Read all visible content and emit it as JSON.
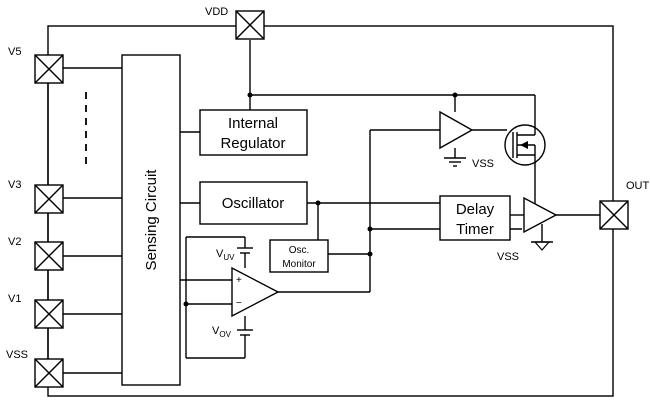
{
  "pins": {
    "vdd": "VDD",
    "v5": "V5",
    "v3": "V3",
    "v2": "V2",
    "v1": "V1",
    "vss": "VSS",
    "out": "OUT"
  },
  "blocks": {
    "sensing": "Sensing Circuit",
    "regulator_line1": "Internal",
    "regulator_line2": "Regulator",
    "oscillator": "Oscillator",
    "osc_monitor_line1": "Osc.",
    "osc_monitor_line2": "Monitor",
    "delay_line1": "Delay",
    "delay_line2": "Timer"
  },
  "labels": {
    "vss_top": "VSS",
    "vss_bottom": "VSS",
    "vuv_main": "V",
    "vuv_sub": "UV",
    "vov_main": "V",
    "vov_sub": "OV",
    "plus": "+",
    "minus": "−"
  }
}
